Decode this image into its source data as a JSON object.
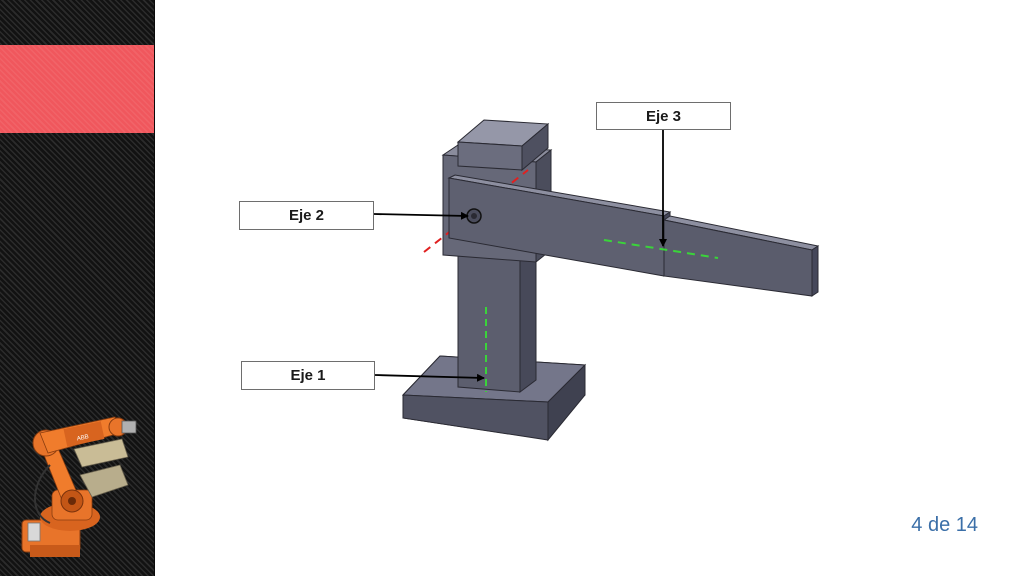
{
  "slide": {
    "labels": {
      "eje1": "Eje 1",
      "eje2": "Eje 2",
      "eje3": "Eje 3"
    },
    "page_number": "4 de 14"
  },
  "colors": {
    "sidebar": "#161616",
    "accent": "#f0575d",
    "robot": "#e8742a",
    "model": "#5a5c6a",
    "axis_vertical": "#3ad43a",
    "axis_horizontal": "#3ad43a",
    "axis_rotation": "#e02020",
    "page_number": "#3b6fa8"
  },
  "icons": {
    "robot_image": "industrial-robot-arm-image"
  }
}
